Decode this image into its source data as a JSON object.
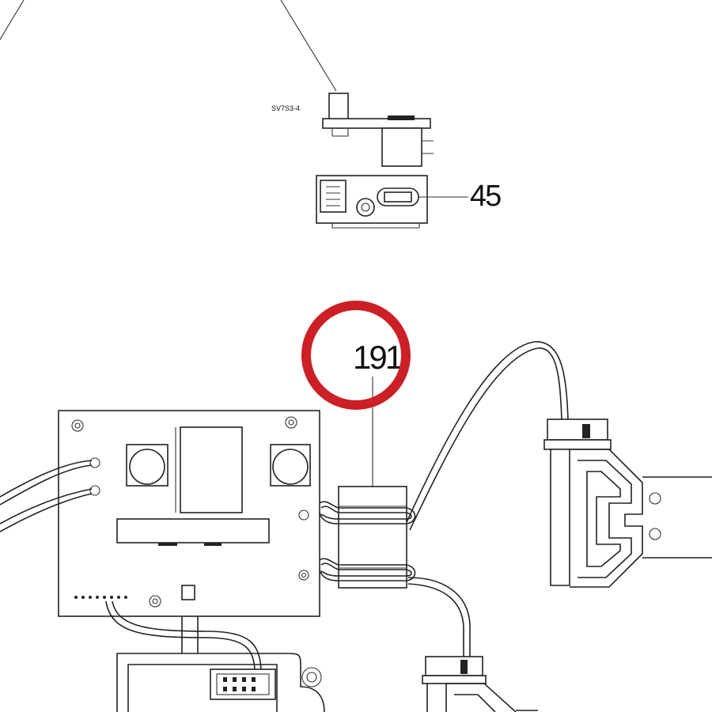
{
  "diagram": {
    "callouts": [
      {
        "id": "45",
        "label": "45"
      },
      {
        "id": "191",
        "label": "191",
        "highlighted": true
      }
    ],
    "small_text": "SV7S3-4",
    "highlight_color": "#cc1f26",
    "line_color": "#222222"
  }
}
